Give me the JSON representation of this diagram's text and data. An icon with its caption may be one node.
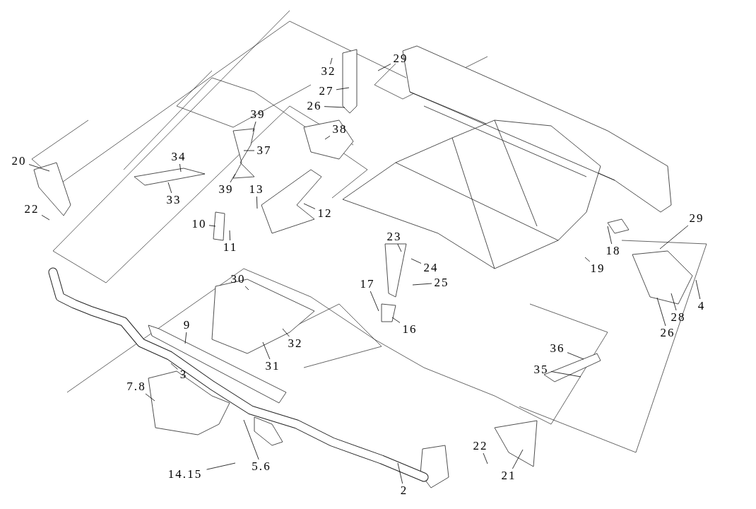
{
  "diagram": {
    "nodes": [
      {
        "text": [
          "29"
        ]
      },
      {
        "text": [
          "32"
        ]
      },
      {
        "text": [
          "27"
        ]
      },
      {
        "text": [
          "26"
        ]
      },
      {
        "text": [
          "39"
        ]
      },
      {
        "text": [
          "38"
        ]
      },
      {
        "text": [
          "20"
        ]
      },
      {
        "text": [
          "34"
        ]
      },
      {
        "text": [
          "37"
        ]
      },
      {
        "text": [
          "33"
        ]
      },
      {
        "text": [
          "39"
        ]
      },
      {
        "text": [
          "13"
        ]
      },
      {
        "text": [
          "12"
        ]
      },
      {
        "text": [
          "10"
        ]
      },
      {
        "text": [
          "11"
        ]
      },
      {
        "text": [
          "22"
        ]
      },
      {
        "text": [
          "29"
        ]
      },
      {
        "text": [
          "23"
        ]
      },
      {
        "text": [
          "18"
        ]
      },
      {
        "text": [
          "19"
        ]
      },
      {
        "text": [
          "24"
        ]
      },
      {
        "text": [
          "25"
        ]
      },
      {
        "text": [
          "17"
        ]
      },
      {
        "text": [
          "16"
        ]
      },
      {
        "text": [
          "4"
        ]
      },
      {
        "text": [
          "28"
        ]
      },
      {
        "text": [
          "26"
        ]
      },
      {
        "text": [
          "30"
        ]
      },
      {
        "text": [
          "9"
        ]
      },
      {
        "text": [
          "32"
        ]
      },
      {
        "text": [
          "31"
        ]
      },
      {
        "text": [
          "3"
        ]
      },
      {
        "text": [
          "36"
        ]
      },
      {
        "text": [
          "35"
        ]
      },
      {
        "text": [
          "7.8"
        ]
      },
      {
        "text": [
          "22"
        ]
      },
      {
        "text": [
          "21"
        ]
      },
      {
        "text": [
          "14.15"
        ]
      },
      {
        "text": [
          "5.6"
        ]
      },
      {
        "text": [
          "2"
        ]
      }
    ],
    "edges": [
      {
        "from": 0,
        "to": null,
        "arrow": "none"
      },
      {
        "from": 1,
        "to": null,
        "arrow": "none"
      },
      {
        "from": 2,
        "to": null,
        "arrow": "none"
      },
      {
        "from": 3,
        "to": null,
        "arrow": "none"
      },
      {
        "from": 4,
        "to": null,
        "arrow": "none"
      },
      {
        "from": 5,
        "to": null,
        "arrow": "none"
      },
      {
        "from": 6,
        "to": null,
        "arrow": "none"
      },
      {
        "from": 7,
        "to": null,
        "arrow": "none"
      },
      {
        "from": 8,
        "to": null,
        "arrow": "none"
      },
      {
        "from": 9,
        "to": null,
        "arrow": "none"
      },
      {
        "from": 10,
        "to": null,
        "arrow": "none"
      },
      {
        "from": 11,
        "to": null,
        "arrow": "none"
      },
      {
        "from": 12,
        "to": null,
        "arrow": "none"
      },
      {
        "from": 13,
        "to": null,
        "arrow": "none"
      },
      {
        "from": 14,
        "to": null,
        "arrow": "none"
      },
      {
        "from": 15,
        "to": null,
        "arrow": "none"
      },
      {
        "from": 16,
        "to": null,
        "arrow": "none"
      },
      {
        "from": 17,
        "to": null,
        "arrow": "none"
      },
      {
        "from": 18,
        "to": null,
        "arrow": "none"
      },
      {
        "from": 19,
        "to": null,
        "arrow": "none"
      },
      {
        "from": 20,
        "to": null,
        "arrow": "none"
      },
      {
        "from": 21,
        "to": null,
        "arrow": "none"
      },
      {
        "from": 22,
        "to": null,
        "arrow": "none"
      },
      {
        "from": 23,
        "to": null,
        "arrow": "none"
      },
      {
        "from": 24,
        "to": null,
        "arrow": "none"
      },
      {
        "from": 25,
        "to": null,
        "arrow": "none"
      },
      {
        "from": 26,
        "to": null,
        "arrow": "none"
      },
      {
        "from": 27,
        "to": null,
        "arrow": "none"
      },
      {
        "from": 28,
        "to": null,
        "arrow": "none"
      },
      {
        "from": 29,
        "to": null,
        "arrow": "none"
      },
      {
        "from": 30,
        "to": null,
        "arrow": "none"
      },
      {
        "from": 31,
        "to": null,
        "arrow": "none"
      },
      {
        "from": 32,
        "to": null,
        "arrow": "none"
      },
      {
        "from": 33,
        "to": null,
        "arrow": "none"
      },
      {
        "from": 34,
        "to": null,
        "arrow": "none"
      },
      {
        "from": 35,
        "to": null,
        "arrow": "none"
      },
      {
        "from": 36,
        "to": null,
        "arrow": "none"
      },
      {
        "from": 37,
        "to": null,
        "arrow": "none"
      },
      {
        "from": 38,
        "to": null,
        "arrow": "none"
      },
      {
        "from": 39,
        "to": null,
        "arrow": "none"
      }
    ]
  }
}
